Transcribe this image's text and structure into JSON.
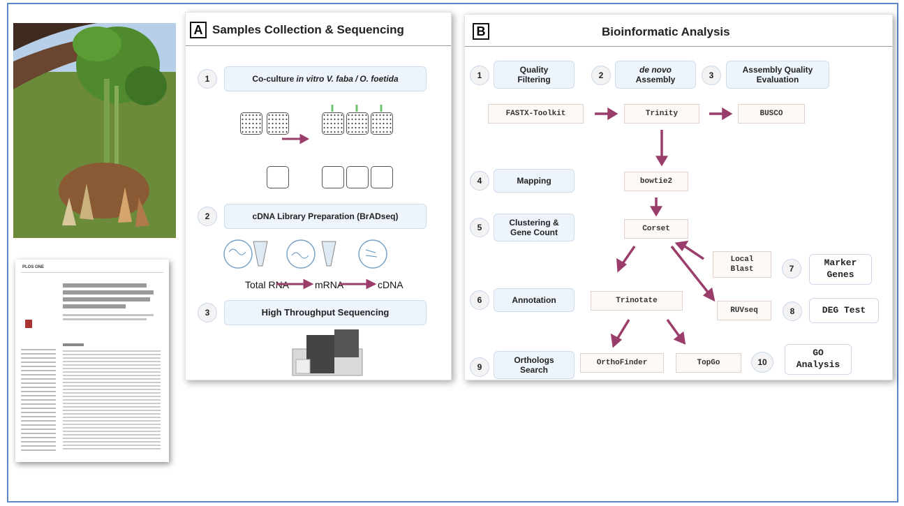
{
  "colors": {
    "frame": "#5b87c7",
    "arrow": "#9a3d6b",
    "step_fill": "#eef4fb",
    "tool_fill": "#fdf9f6"
  },
  "paper": {
    "journal": "PLOS ONE"
  },
  "panel_a": {
    "letter": "A",
    "title": "Samples Collection & Sequencing",
    "steps": [
      {
        "num": "1",
        "label_parts": [
          "Co-culture ",
          "in vitro V. faba",
          " / ",
          "O. foetida"
        ]
      },
      {
        "num": "2",
        "label": "cDNA Library Preparation (BrADseq)"
      },
      {
        "num": "3",
        "label": "High Throughput Sequencing"
      }
    ],
    "rna_flow": [
      "Total RNA",
      "mRNA",
      "cDNA"
    ]
  },
  "panel_b": {
    "letter": "B",
    "title": "Bioinformatic Analysis",
    "steps": {
      "s1": {
        "num": "1",
        "label": "Quality Filtering"
      },
      "s2": {
        "num": "2",
        "label_italic": "de novo",
        "label": "Assembly"
      },
      "s3": {
        "num": "3",
        "label": "Assembly Quality Evaluation"
      },
      "s4": {
        "num": "4",
        "label": "Mapping"
      },
      "s5": {
        "num": "5",
        "label": "Clustering & Gene Count"
      },
      "s6": {
        "num": "6",
        "label": "Annotation"
      },
      "s7": {
        "num": "7",
        "label": "Marker Genes"
      },
      "s8": {
        "num": "8",
        "label": "DEG Test"
      },
      "s9": {
        "num": "9",
        "label": "Orthologs Search"
      },
      "s10": {
        "num": "10",
        "label": "GO Analysis"
      }
    },
    "tools": {
      "fastx": "FASTX-Toolkit",
      "trinity": "Trinity",
      "busco": "BUSCO",
      "bowtie2": "bowtie2",
      "corset": "Corset",
      "local_blast": "Local Blast",
      "trinotate": "Trinotate",
      "ruvseq": "RUVseq",
      "orthofinder": "OrthoFinder",
      "topgo": "TopGo"
    }
  }
}
